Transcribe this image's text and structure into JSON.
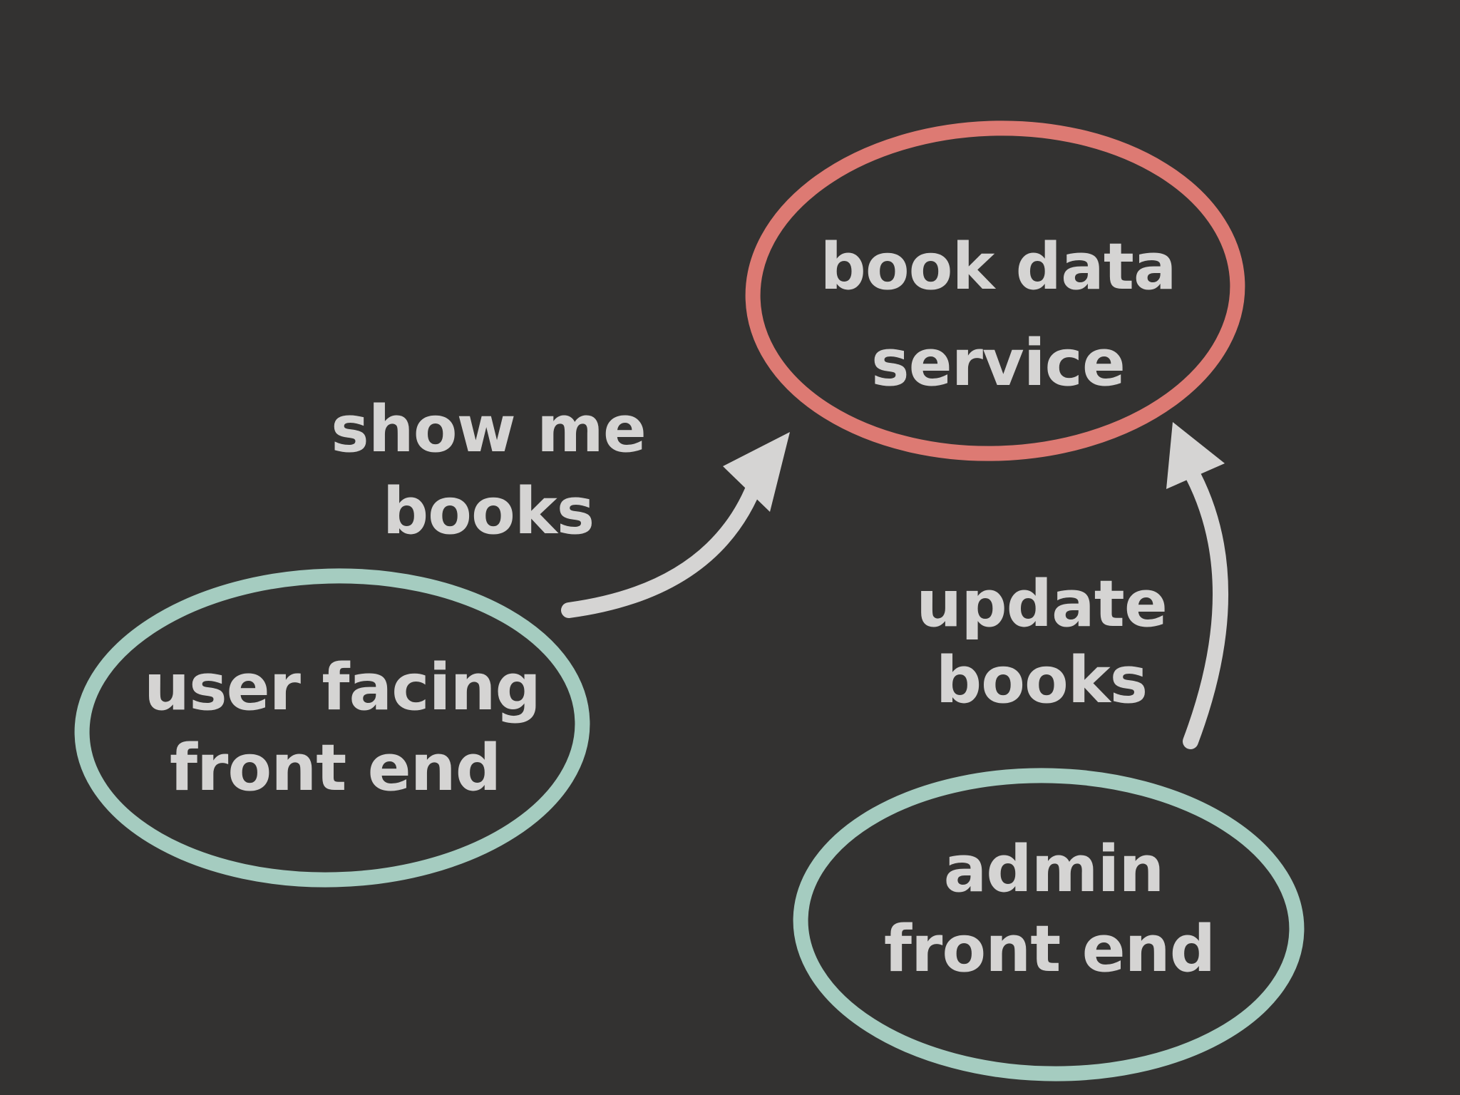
{
  "diagram_title": "",
  "colors": {
    "background": "#333231",
    "text": "#d5d4d3",
    "arrow": "#d5d4d3",
    "service_stroke": "#dd7a73",
    "frontend_stroke": "#a5ccc0"
  },
  "nodes": {
    "book_data_service": {
      "line1": "book data",
      "line2": "service",
      "stroke": "#dd7a73"
    },
    "user_facing_front_end": {
      "line1": "user facing",
      "line2": "front end",
      "stroke": "#a5ccc0"
    },
    "admin_front_end": {
      "line1": "admin",
      "line2": "front end",
      "stroke": "#a5ccc0"
    }
  },
  "edges": {
    "show_me_books": {
      "line1": "show me",
      "line2": "books",
      "from": "user_facing_front_end",
      "to": "book_data_service"
    },
    "update_books": {
      "line1": "update",
      "line2": "books",
      "from": "admin_front_end",
      "to": "book_data_service"
    }
  }
}
